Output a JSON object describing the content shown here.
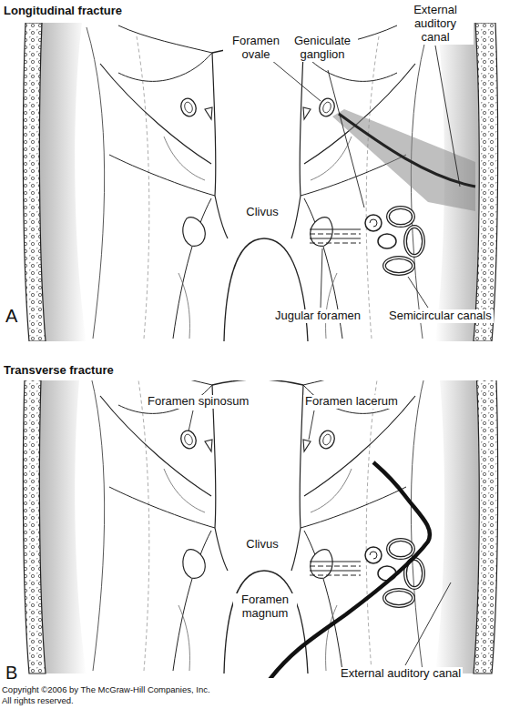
{
  "diagram": {
    "labels": [
      "Longitudinal fracture",
      "Foramen ovale",
      "Geniculate ganglion",
      "External auditory canal",
      "Clivus",
      "Jugular foramen",
      "Semicircular canals",
      "A",
      "Transverse fracture",
      "Foramen spinosum",
      "Foramen lacerum",
      "Clivus",
      "Foramen magnum",
      "External auditory canal",
      "B",
      "Copyright ©2006 by The McGraw-Hill Companies, Inc.",
      "All rights reserved."
    ]
  }
}
